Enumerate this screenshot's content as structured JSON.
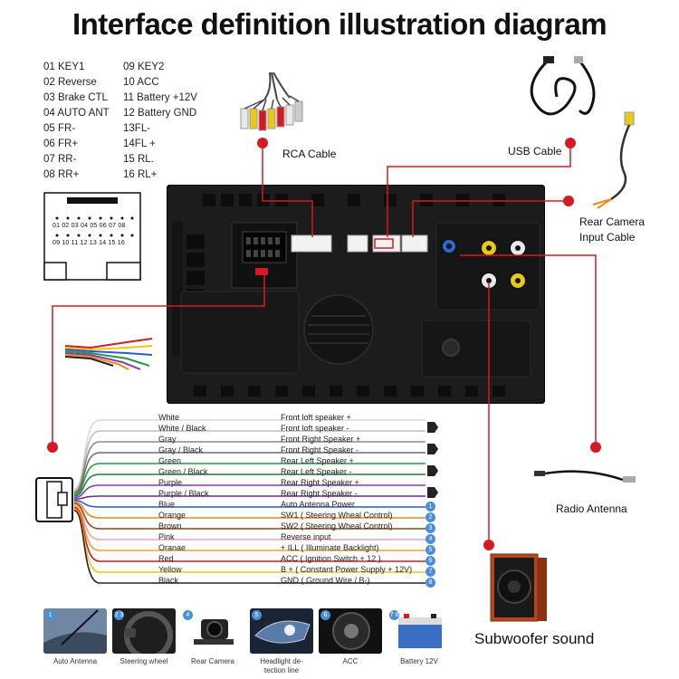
{
  "title": "Interface definition illustration diagram",
  "pins_left": [
    "01 KEY1",
    "02 Reverse",
    "03 Brake CTL",
    "04 AUTO ANT",
    "05 FR-",
    "06 FR+",
    "07 RR-",
    "08 RR+"
  ],
  "pins_right": [
    "09 KEY2",
    "10 ACC",
    "11 Battery +12V",
    "12 Battery GND",
    "13FL-",
    "14FL +",
    "15 RL.",
    "16 RL+"
  ],
  "connector_top": "01 02 03 04 05 06 07 08",
  "connector_bottom": "09 10 11 12 13 14 15 16",
  "labels": {
    "rca": "RCA Cable",
    "usb": "USB Cable",
    "rear_camera": "Rear Camera",
    "rear_camera_2": "Input Cable",
    "radio_antenna": "Radio Antenna",
    "subwoofer": "Subwoofer sound"
  },
  "wires": [
    {
      "name": "White",
      "func": "Front loft speaker +",
      "color": "#d9d9d9",
      "num": ""
    },
    {
      "name": "White / Black",
      "func": "Front loft speaker -",
      "color": "#bfbfbf",
      "num": ""
    },
    {
      "name": "Gray",
      "func": "Front Right Speaker +",
      "color": "#8a8a8a",
      "num": ""
    },
    {
      "name": "Gray / Black",
      "func": "Front Right Speaker -",
      "color": "#6e6e6e",
      "num": ""
    },
    {
      "name": "Green",
      "func": "Rear Left Speaker +",
      "color": "#2a9a3a",
      "num": ""
    },
    {
      "name": "Green / Black",
      "func": "Rear Left Speaker -",
      "color": "#2a7a3a",
      "num": ""
    },
    {
      "name": "Purple",
      "func": "Rear Right Speaker +",
      "color": "#8a3ab0",
      "num": ""
    },
    {
      "name": "Purple / Black",
      "func": "Rear Right Speaker -",
      "color": "#6a2a90",
      "num": ""
    },
    {
      "name": "Blue",
      "func": "Auto Antenna Power",
      "color": "#2a5ad0",
      "num": "1"
    },
    {
      "name": "Orange",
      "func": "SW1 ( Steering Wheal Control)",
      "color": "#f08a1a",
      "num": "2"
    },
    {
      "name": "Brown",
      "func": "SW2 ( Steering Wheal Control)",
      "color": "#8a4a1a",
      "num": "3"
    },
    {
      "name": "Pink",
      "func": "Reverse input",
      "color": "#f0a0c0",
      "num": "4"
    },
    {
      "name": "Oranae",
      "func": "+ ILL ( Illuminate Backlight)",
      "color": "#f5a030",
      "num": "5"
    },
    {
      "name": "Red",
      "func": "ACC ( Ignition Switch + 12 )",
      "color": "#d51a22",
      "num": "6"
    },
    {
      "name": "Yellow",
      "func": "B + ( Constant Power Supply + 12V)",
      "color": "#e8c81a",
      "num": "7"
    },
    {
      "name": "Black",
      "func": "GND ( Ground Wire / B-)",
      "color": "#222222",
      "num": "8"
    }
  ],
  "thumbs": [
    {
      "num": "1",
      "caption": "Auto Antenna"
    },
    {
      "num": "2 3",
      "caption": "Steering wheel"
    },
    {
      "num": "4",
      "caption": "Rear Camera"
    },
    {
      "num": "5",
      "caption": "Headlight de- tection line"
    },
    {
      "num": "6",
      "caption": "ACC"
    },
    {
      "num": "7 8",
      "caption": "Battery 12V"
    }
  ],
  "colors": {
    "accent_red": "#d51a22",
    "badge_blue": "#4a90d9",
    "unit_black": "#1c1c1c"
  }
}
